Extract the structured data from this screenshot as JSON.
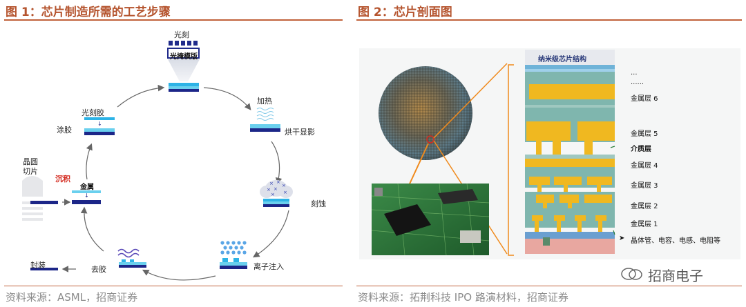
{
  "figure1": {
    "title": "图 1：芯片制造所需的工艺步骤",
    "source": "资料来源：ASML，招商证券",
    "labels": {
      "lithography": "光刻",
      "photomask": "光掩模版",
      "heating": "加热",
      "bake_develop": "烘干显影",
      "etching": "刻蚀",
      "ion_implant": "离子注入",
      "strip": "去胶",
      "packaging": "封装",
      "wafer_slicing": "晶圆\n切片",
      "deposition": "沉积",
      "metal": "金属",
      "coating": "涂胶",
      "photoresist": "光刻胶"
    }
  },
  "figure2": {
    "title": "图 2：芯片剖面图",
    "source": "资料来源：拓荆科技 IPO 路演材料，招商证券",
    "structure_title": "纳米级芯片结构",
    "layers": [
      "...",
      "......",
      "金属层 6",
      "金属层 5",
      "介质层",
      "金属层 4",
      "金属层 3",
      "金属层 2",
      "金属层 1"
    ],
    "bottom_label": "晶体管、电容、电感、电阻等"
  },
  "watermark": "招商电子",
  "colors": {
    "title": "#b5542e",
    "rule": "#c0613a",
    "metal": "#f0b820",
    "dielectric": "#7fb6ae",
    "substrate": "#e8a7a0",
    "arrow_orange": "#f08a1c"
  }
}
